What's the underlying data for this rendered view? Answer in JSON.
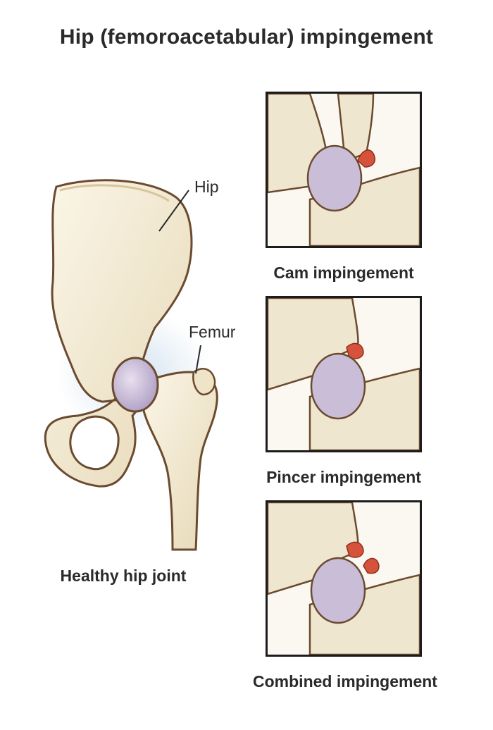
{
  "title": "Hip (femoroacetabular) impingement",
  "main": {
    "caption": "Healthy hip joint",
    "labels": {
      "hip": "Hip",
      "femur": "Femur"
    }
  },
  "panels": [
    {
      "id": "cam",
      "caption": "Cam impingement"
    },
    {
      "id": "pincer",
      "caption": "Pincer impingement"
    },
    {
      "id": "combined",
      "caption": "Combined impingement"
    }
  ],
  "colors": {
    "bone": "#efe6cf",
    "bone_shadow": "#d8c9a4",
    "outline": "#6b4a2f",
    "cartilage": "#c9bdd8",
    "impingement": "#d5533a",
    "glow": "#cfe0ee"
  }
}
